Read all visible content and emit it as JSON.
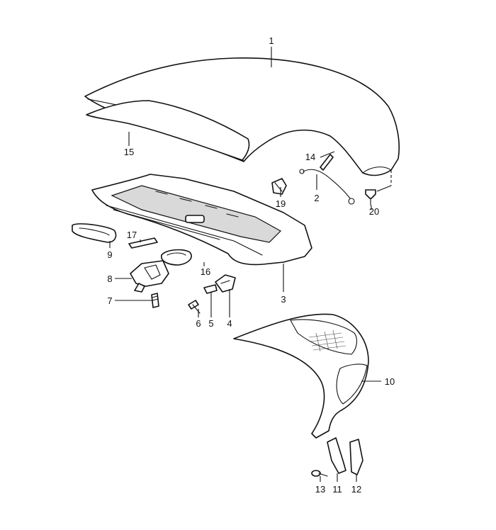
{
  "callouts": [
    {
      "id": "c1",
      "text": "1"
    },
    {
      "id": "c2",
      "text": "2"
    },
    {
      "id": "c3",
      "text": "3"
    },
    {
      "id": "c4",
      "text": "4"
    },
    {
      "id": "c5",
      "text": "5"
    },
    {
      "id": "c6",
      "text": "6"
    },
    {
      "id": "c7",
      "text": "7"
    },
    {
      "id": "c8",
      "text": "8"
    },
    {
      "id": "c9",
      "text": "9"
    },
    {
      "id": "c10",
      "text": "10"
    },
    {
      "id": "c11",
      "text": "11"
    },
    {
      "id": "c12",
      "text": "12"
    },
    {
      "id": "c13",
      "text": "13"
    },
    {
      "id": "c14",
      "text": "14"
    },
    {
      "id": "c15",
      "text": "15"
    },
    {
      "id": "c16",
      "text": "16"
    },
    {
      "id": "c17",
      "text": "17"
    },
    {
      "id": "c19",
      "text": "19"
    },
    {
      "id": "c20",
      "text": "20"
    }
  ],
  "colors": {
    "ink": "#111111",
    "paper": "#ffffff"
  }
}
